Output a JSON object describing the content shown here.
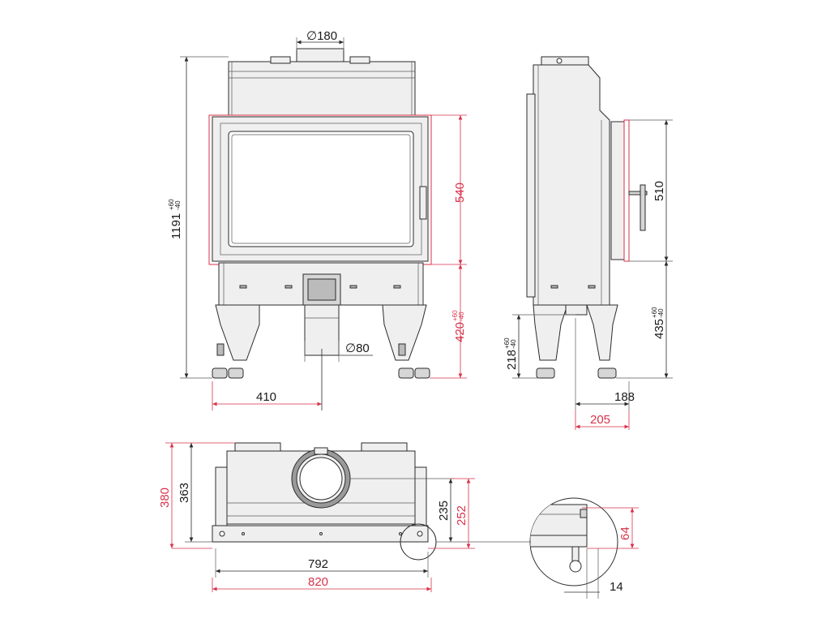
{
  "colors": {
    "outline": "#2b2b2b",
    "red_dimension": "#d9324a",
    "panel": "#efefef"
  },
  "front_view": {
    "flue_diameter": "∅180",
    "total_height": "1191",
    "total_height_tol_plus": "+60",
    "total_height_tol_minus": "-40",
    "window_height": "540",
    "leg_height": "420",
    "leg_height_tol_plus": "+60",
    "leg_height_tol_minus": "-40",
    "air_inlet_diameter": "∅80",
    "inlet_offset": "410"
  },
  "side_view": {
    "door_height": "510",
    "door_bottom_height": "435",
    "door_bottom_tol_plus": "+60",
    "door_bottom_tol_minus": "-40",
    "inlet_height": "218",
    "inlet_height_tol_plus": "+60",
    "inlet_height_tol_minus": "-40",
    "depth_inner": "188",
    "depth_outer": "205"
  },
  "top_view": {
    "depth_outer": "380",
    "depth_inner": "363",
    "flue_axis_offset": "235",
    "flue_axis_offset_outer": "252",
    "width_inner": "792",
    "width_outer": "820"
  },
  "detail_view": {
    "frame_height": "64",
    "frame_offset": "14"
  }
}
